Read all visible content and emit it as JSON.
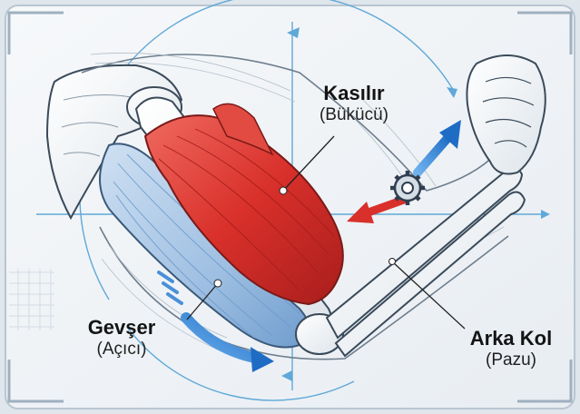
{
  "labels": {
    "contracted": {
      "title": "Kasılır",
      "subtitle": "(Bükücü)"
    },
    "relaxed": {
      "title": "Gevşer",
      "subtitle": "(Açıcı)"
    },
    "back_arm": {
      "title": "Arka Kol",
      "subtitle": "(Pazu)"
    }
  },
  "colors": {
    "contracted_muscle": "#d9302b",
    "relaxed_muscle": "#8fb3d8",
    "arrow_blue": "#2f7fd0",
    "arrow_red": "#d9302b",
    "guide_line": "#5fa8d8",
    "bone": "#f4f6f8",
    "outline": "#3a4a5a"
  },
  "icons": [
    "gear-icon",
    "up-arrow-icon",
    "left-arrow-icon",
    "curved-arrow-icon"
  ]
}
